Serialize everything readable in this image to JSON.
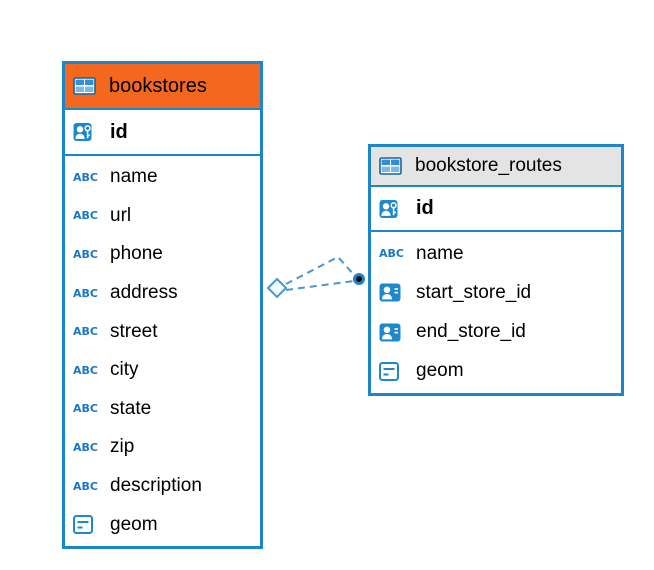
{
  "diagram": {
    "kind": "entity-relationship",
    "background": "#ffffff"
  },
  "colors": {
    "table_border": "#1b87c9",
    "bookstores_header_bg": "#f4671f",
    "routes_header_bg": "#e4e4e4",
    "relation_line": "#4a97cc",
    "relation_dot_fill": "#000000"
  },
  "icons": {
    "table_icon": "grid-table",
    "primary_key_icon": "person-with-key",
    "reference_icon": "person-badge",
    "geometry_icon": "lines-box",
    "text_icon_label": "ABC"
  },
  "tables": [
    {
      "name": "bookstores",
      "primary_key": "id",
      "columns": [
        {
          "name": "name",
          "type": "text"
        },
        {
          "name": "url",
          "type": "text"
        },
        {
          "name": "phone",
          "type": "text"
        },
        {
          "name": "address",
          "type": "text"
        },
        {
          "name": "street",
          "type": "text"
        },
        {
          "name": "city",
          "type": "text"
        },
        {
          "name": "state",
          "type": "text"
        },
        {
          "name": "zip",
          "type": "text"
        },
        {
          "name": "description",
          "type": "text"
        },
        {
          "name": "geom",
          "type": "geometry"
        }
      ]
    },
    {
      "name": "bookstore_routes",
      "primary_key": "id",
      "columns": [
        {
          "name": "name",
          "type": "text"
        },
        {
          "name": "start_store_id",
          "type": "reference"
        },
        {
          "name": "end_store_id",
          "type": "reference"
        },
        {
          "name": "geom",
          "type": "geometry"
        }
      ]
    }
  ],
  "relations": [
    {
      "from": "bookstore_routes.start_store_id",
      "to": "bookstores.id",
      "style": "dashed"
    },
    {
      "from": "bookstore_routes.end_store_id",
      "to": "bookstores.id",
      "style": "dashed"
    }
  ]
}
